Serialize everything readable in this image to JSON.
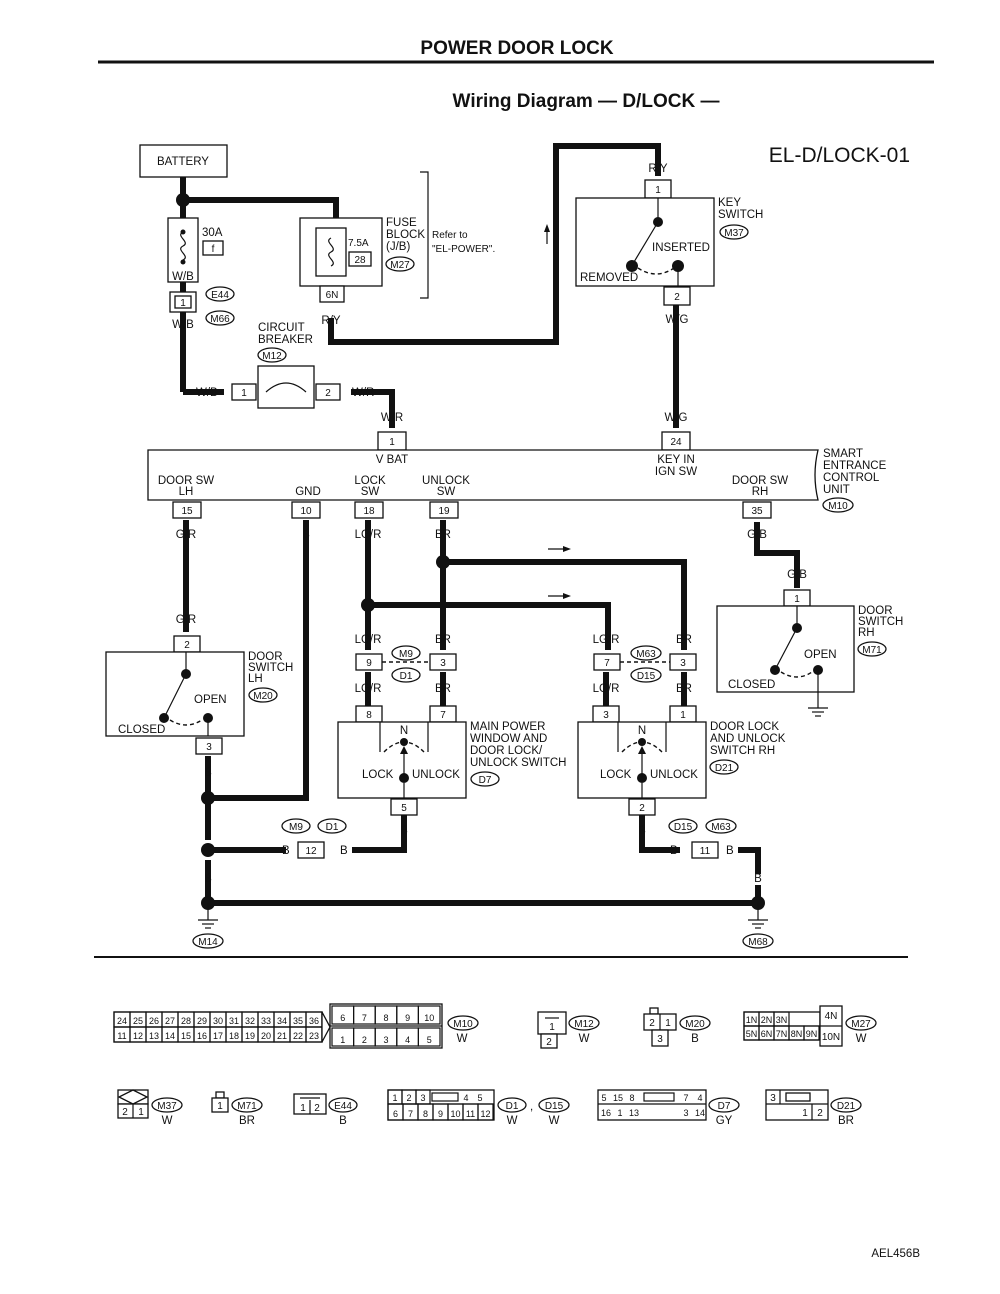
{
  "header": {
    "section_title": "POWER DOOR LOCK",
    "diagram_title": "Wiring Diagram — D/LOCK —",
    "diagram_code": "EL-D/LOCK-01",
    "footer_code": "AEL456B"
  },
  "battery": {
    "label": "BATTERY",
    "fuse_rating": "30A",
    "fuse_letter": "f",
    "wire_wb": "W/B",
    "connectors": [
      "E44",
      "M66"
    ],
    "terminal": "1"
  },
  "fuse_block": {
    "label": "FUSE",
    "label2": "BLOCK",
    "label3": "(J/B)",
    "connector": "M27",
    "rating": "7.5A",
    "number": "28",
    "terminal": "6N",
    "wire": "R/Y",
    "refer": "Refer to",
    "refer2": "\"EL-POWER\"."
  },
  "key_switch": {
    "label": "KEY",
    "label2": "SWITCH",
    "connector": "M37",
    "pin_in": "1",
    "pin_out": "2",
    "wire_in": "R/Y",
    "wire_out": "W/G",
    "inserted": "INSERTED",
    "removed": "REMOVED"
  },
  "circuit_breaker": {
    "label": "CIRCUIT",
    "label2": "BREAKER",
    "connector": "M12",
    "pin1": "1",
    "pin2": "2",
    "wire_in": "W/B",
    "wire_out": "W/R"
  },
  "control_unit": {
    "label": "SMART",
    "label2": "ENTRANCE",
    "label3": "CONTROL",
    "label4": "UNIT",
    "connector": "M10",
    "vbat": "V BAT",
    "vbat_pin": "1",
    "vbat_wire": "W/R",
    "keyin": "KEY IN",
    "keyin2": "IGN SW",
    "keyin_pin": "24",
    "keyin_wire": "W/G",
    "door_lh": "DOOR SW",
    "door_lh2": "LH",
    "door_lh_pin": "15",
    "door_lh_wire": "G/R",
    "gnd": "GND",
    "gnd_pin": "10",
    "gnd_wire": "B",
    "lock": "LOCK",
    "lock2": "SW",
    "lock_pin": "18",
    "lock_wire": "LG/R",
    "unlock": "UNLOCK",
    "unlock2": "SW",
    "unlock_pin": "19",
    "unlock_wire": "BR",
    "door_rh": "DOOR SW",
    "door_rh2": "RH",
    "door_rh_pin": "35",
    "door_rh_wire": "G/B"
  },
  "door_switch_lh": {
    "label": "DOOR",
    "label2": "SWITCH",
    "label3": "LH",
    "connector": "M20",
    "pin_top": "2",
    "pin_bot": "3",
    "wire_top": "G/R",
    "wire_bot": "B",
    "open": "OPEN",
    "closed": "CLOSED"
  },
  "door_switch_rh": {
    "label": "DOOR",
    "label2": "SWITCH",
    "label3": "RH",
    "connector": "M71",
    "pin": "1",
    "wire": "G/B",
    "open": "OPEN",
    "closed": "CLOSED"
  },
  "main_switch": {
    "label": "MAIN POWER",
    "label2": "WINDOW AND",
    "label3": "DOOR LOCK/",
    "label4": "UNLOCK SWITCH",
    "connector": "D7",
    "pin8": "8",
    "pin7": "7",
    "pin5": "5",
    "lock": "LOCK",
    "unlock": "UNLOCK",
    "n": "N",
    "c9": "9",
    "c3": "3",
    "cM9": "M9",
    "cD1": "D1",
    "wire_lgr": "LG/R",
    "wire_br": "BR",
    "wire_b": "B"
  },
  "rh_switch": {
    "label": "DOOR LOCK",
    "label2": "AND UNLOCK",
    "label3": "SWITCH RH",
    "connector": "D21",
    "pin3": "3",
    "pin1": "1",
    "pin2": "2",
    "lock": "LOCK",
    "unlock": "UNLOCK",
    "n": "N",
    "c7": "7",
    "c3": "3",
    "cM63": "M63",
    "cD15": "D15",
    "wire_lgr": "LG/R",
    "wire_br": "BR",
    "wire_b": "B"
  },
  "ground": {
    "left": "M14",
    "right": "M68",
    "j12": "12",
    "j11": "11",
    "cM9": "M9",
    "cD1": "D1",
    "cD15": "D15",
    "cM63": "M63",
    "wire_b": "B"
  },
  "connectors_legend": {
    "m10_top": [
      "24",
      "25",
      "26",
      "27",
      "28",
      "29",
      "30",
      "31",
      "32",
      "33",
      "34",
      "35",
      "36"
    ],
    "m10_bot": [
      "11",
      "12",
      "13",
      "14",
      "15",
      "16",
      "17",
      "18",
      "19",
      "20",
      "21",
      "22",
      "23"
    ],
    "m10_r_top": [
      "6",
      "7",
      "8",
      "9",
      "10"
    ],
    "m10_r_bot": [
      "1",
      "2",
      "3",
      "4",
      "5"
    ],
    "m10": "M10",
    "m10_color": "W",
    "m12": "M12",
    "m12_color": "W",
    "m12_p1": "1",
    "m12_p2": "2",
    "m20": "M20",
    "m20_color": "B",
    "m20_p2": "2",
    "m20_p1": "1",
    "m20_p3": "3",
    "m27_top": [
      "1N",
      "2N",
      "3N"
    ],
    "m27_bot": [
      "5N",
      "6N",
      "7N",
      "8N",
      "9N"
    ],
    "m27_4n": "4N",
    "m27_10n": "10N",
    "m27": "M27",
    "m27_color": "W",
    "m37": "M37",
    "m37_color": "W",
    "m37_p": [
      "2",
      "1"
    ],
    "m71": "M71",
    "m71_color": "BR",
    "m71_p": "1",
    "e44": "E44",
    "e44_color": "B",
    "e44_p": [
      "1",
      "2"
    ],
    "d1_top": [
      "1",
      "2",
      "3",
      "4",
      "5"
    ],
    "d1_bot": [
      "6",
      "7",
      "8",
      "9",
      "10",
      "11",
      "12"
    ],
    "d1": "D1",
    "d15": "D15",
    "d1_color": "W",
    "d15_color": "W",
    "comma": ",",
    "d7_top": [
      "5",
      "15",
      "8",
      "7",
      "4"
    ],
    "d7_bot": [
      "16",
      "1",
      "13",
      "3",
      "14"
    ],
    "d7": "D7",
    "d7_color": "GY",
    "d21_p": [
      "3",
      "1",
      "2"
    ],
    "d21": "D21",
    "d21_color": "BR"
  }
}
